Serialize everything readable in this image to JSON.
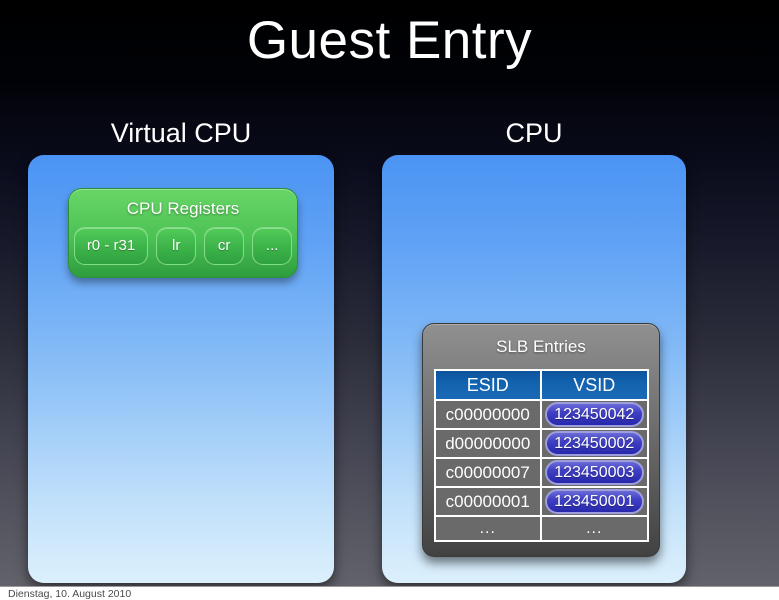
{
  "slide": {
    "title": "Guest Entry",
    "footer": "Dienstag, 10. August 2010"
  },
  "virtual_cpu": {
    "heading": "Virtual CPU",
    "registers": {
      "title": "CPU Registers",
      "chips": [
        "r0 - r31",
        "lr",
        "cr",
        "..."
      ]
    }
  },
  "cpu": {
    "heading": "CPU",
    "slb": {
      "title": "SLB Entries",
      "columns": [
        "ESID",
        "VSID"
      ],
      "rows": [
        {
          "esid": "c00000000",
          "vsid": "123450042",
          "pill": true
        },
        {
          "esid": "d00000000",
          "vsid": "123450002",
          "pill": true
        },
        {
          "esid": "c00000007",
          "vsid": "123450003",
          "pill": true
        },
        {
          "esid": "c00000001",
          "vsid": "123450001",
          "pill": true
        },
        {
          "esid": "...",
          "vsid": "...",
          "pill": false
        }
      ]
    }
  },
  "colors": {
    "panel_top": "#4b94f3",
    "panel_bottom": "#dcf0fc",
    "green_top": "#68d667",
    "green_bottom": "#2e9d3e",
    "chip_top": "#52cc58",
    "chip_bottom": "#2ea23f",
    "slb_top": "#909090",
    "slb_bottom": "#424242",
    "header_blue": "#1262ae",
    "cell_gray": "#6a6a6a",
    "pill_border": "#9d9ddc",
    "pill_top": "#6b6bd8",
    "pill_bottom": "#2727ac"
  }
}
